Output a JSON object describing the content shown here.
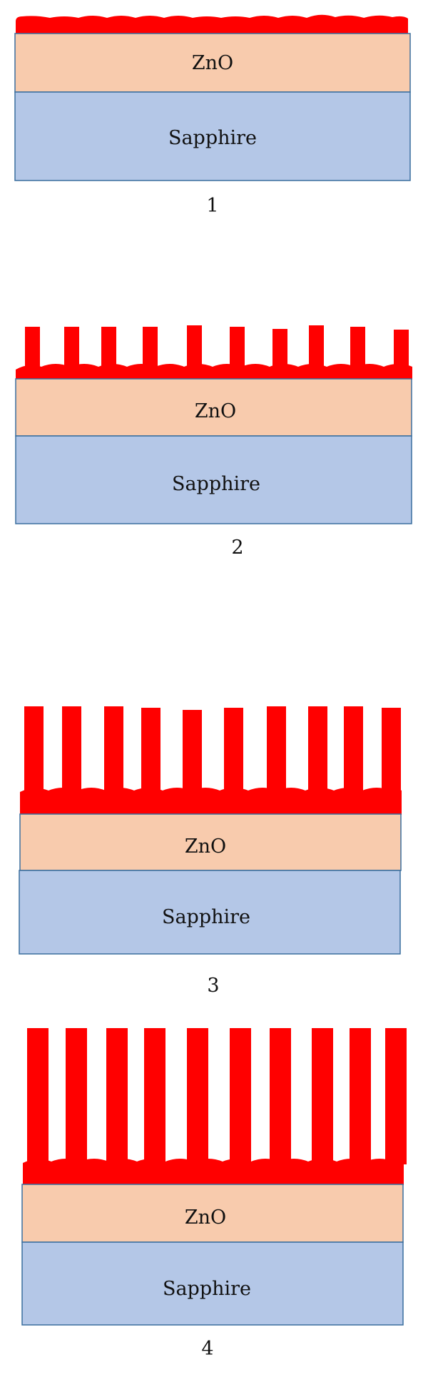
{
  "colors": {
    "zno": "#f8cbad",
    "sapphire": "#b4c7e7",
    "border": "#3a6e9e",
    "nanostructure": "#ff0000"
  },
  "panels": [
    {
      "step_label": "1",
      "zno_label": "ZnO",
      "sapphire_label": "Sapphire",
      "rods": 0
    },
    {
      "step_label": "2",
      "zno_label": "ZnO",
      "sapphire_label": "Sapphire",
      "rods": 10
    },
    {
      "step_label": "3",
      "zno_label": "ZnO",
      "sapphire_label": "Sapphire",
      "rods": 10
    },
    {
      "step_label": "4",
      "zno_label": "ZnO",
      "sapphire_label": "Sapphire",
      "rods": 10
    }
  ]
}
